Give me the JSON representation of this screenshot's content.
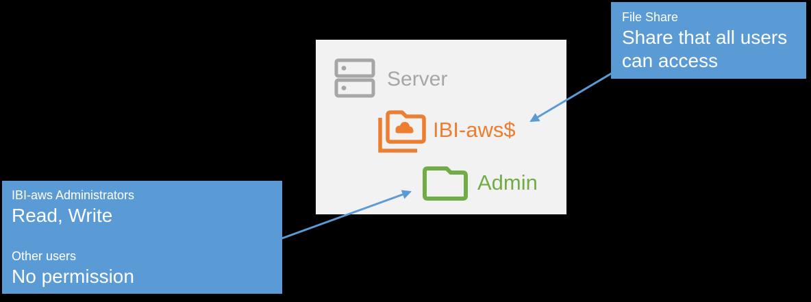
{
  "colors": {
    "background": "#000000",
    "panel_bg": "#F2F2F2",
    "callout_bg": "#5B9BD5",
    "callout_text": "#FFFFFF",
    "server_gray": "#A6A6A6",
    "share_orange": "#ED7D31",
    "admin_green": "#70AD47",
    "arrow_blue": "#5B9BD5"
  },
  "panel": {
    "server_label": "Server",
    "share_name": "IBI-aws$",
    "admin_folder_name": "Admin"
  },
  "callouts": {
    "file_share": {
      "title": "File Share",
      "line1": "Share that all users",
      "line2": "can access"
    },
    "permissions": {
      "group1": "IBI-aws Administrators",
      "group1_rights": "Read, Write",
      "group2": "Other users",
      "group2_rights": "No permission"
    }
  },
  "icons": {
    "server": "server-icon",
    "share": "shared-folder-cloud-icon",
    "admin": "folder-icon"
  }
}
